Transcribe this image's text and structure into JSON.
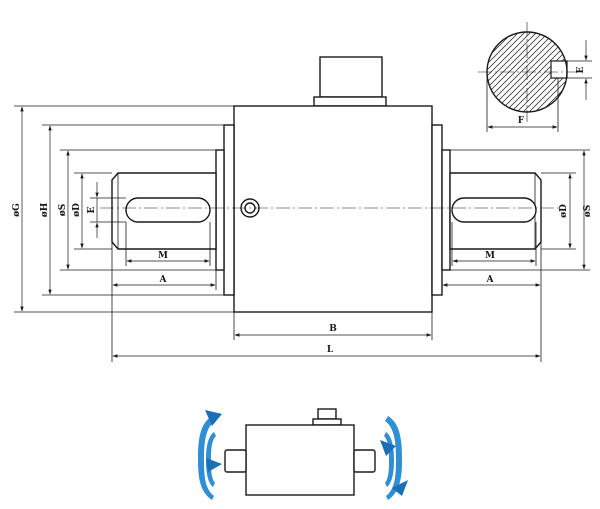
{
  "labels": {
    "g": "øG",
    "h": "øH",
    "s": "øS",
    "d": "øD",
    "e": "E",
    "m": "M",
    "a": "A",
    "b": "B",
    "l": "L",
    "f": "F",
    "d_right": "øD",
    "s_right": "øS",
    "m_right": "M",
    "a_right": "A",
    "e_section": "E"
  },
  "colors": {
    "line": "#1a1a1a",
    "rotation_arrow": "#2f8fd6"
  },
  "icons": {
    "rotation_left": "clockwise-rotation-icon",
    "rotation_right": "counterclockwise-rotation-icon"
  }
}
